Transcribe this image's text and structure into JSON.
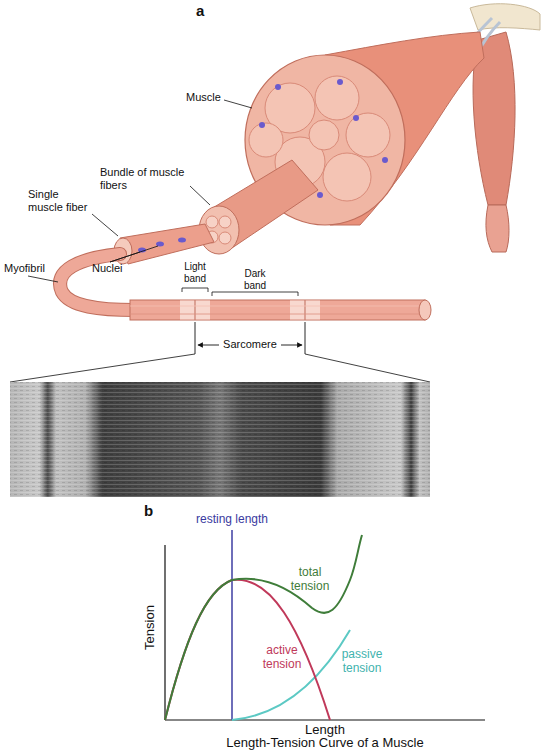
{
  "diagram": {
    "caption": "Length-Tension Curve of a Muscle",
    "labels": [
      "a",
      "Muscle",
      "Bundle of muscle fibers",
      "Single muscle fiber",
      "Nuclei",
      "Myofibril",
      "Light band",
      "Dark band",
      "Sarcomere",
      "b",
      "resting length",
      "total tension",
      "active tension",
      "passive tension",
      "Tension",
      "Length"
    ]
  }
}
